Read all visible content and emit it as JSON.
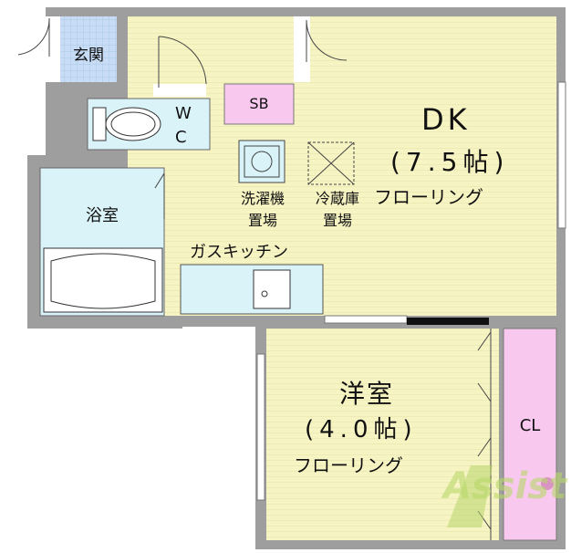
{
  "rooms": {
    "genkan": "玄関",
    "wc_line1": "W",
    "wc_line2": "C",
    "sb": "SB",
    "dk_name": "DK",
    "dk_size": "(7.5帖)",
    "dk_floor": "フローリング",
    "washer_line1": "洗濯機",
    "washer_line2": "置場",
    "fridge_line1": "冷蔵庫",
    "fridge_line2": "置場",
    "bath": "浴室",
    "kitchen": "ガスキッチン",
    "western_name": "洋室",
    "western_size": "(4.0帖)",
    "western_floor": "フローリング",
    "closet": "CL"
  },
  "watermark": "Assist",
  "colors": {
    "wall": "#9b9b9b",
    "floor": "#f6f4c2",
    "wet_area": "#d8f3f8",
    "storage": "#f8c8ef",
    "genkan_tile": "#c5dcf5",
    "watermark": "#b8d86a"
  }
}
